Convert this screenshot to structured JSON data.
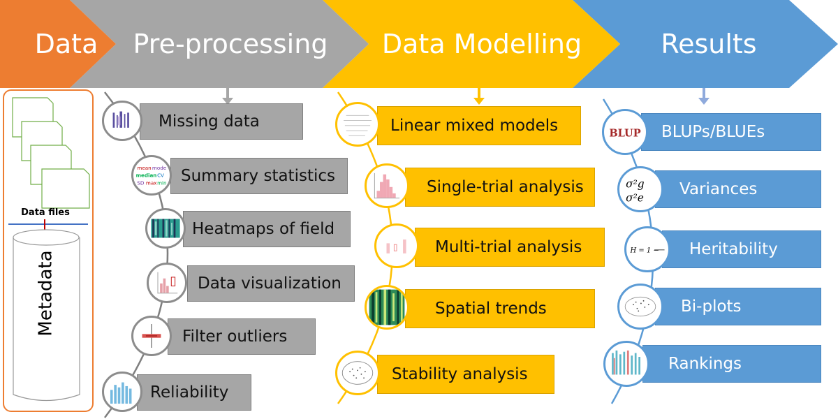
{
  "stages": [
    {
      "key": "data",
      "label": "Data",
      "color": "#ed7d31"
    },
    {
      "key": "pre",
      "label": "Pre-processing",
      "color": "#a6a6a6"
    },
    {
      "key": "model",
      "label": "Data Modelling",
      "color": "#ffc000"
    },
    {
      "key": "results",
      "label": "Results",
      "color": "#5b9bd5"
    }
  ],
  "data_panel": {
    "files_label": "Data files",
    "metadata_label": "Metadata"
  },
  "preprocessing": {
    "items": [
      {
        "label": "Missing data",
        "icon": "missing-data-thumb"
      },
      {
        "label": "Summary statistics",
        "icon": "summary-stats-thumb"
      },
      {
        "label": "Heatmaps of field",
        "icon": "heatmap-thumb"
      },
      {
        "label": "Data visualization",
        "icon": "data-viz-thumb"
      },
      {
        "label": "Filter outliers",
        "icon": "outlier-thumb"
      },
      {
        "label": "Reliability",
        "icon": "reliability-thumb"
      }
    ],
    "summary_icon_text": {
      "mean": "mean",
      "mode": "mode",
      "median": "median",
      "cv": "CV",
      "sd": "SD",
      "max": "max",
      "min": "min"
    }
  },
  "modelling": {
    "items": [
      {
        "label": "Linear mixed models",
        "icon": "lmm-thumb"
      },
      {
        "label": "Single-trial analysis",
        "icon": "histogram-thumb"
      },
      {
        "label": "Multi-trial analysis",
        "icon": "multi-trial-thumb"
      },
      {
        "label": "Spatial trends",
        "icon": "spatial-thumb"
      },
      {
        "label": "Stability analysis",
        "icon": "stability-thumb"
      }
    ]
  },
  "results": {
    "items": [
      {
        "label": "BLUPs/BLUEs",
        "icon": "blups-thumb"
      },
      {
        "label": "Variances",
        "icon": "variance-formula"
      },
      {
        "label": "Heritability",
        "icon": "heritability-formula"
      },
      {
        "label": "Bi-plots",
        "icon": "biplot-thumb"
      },
      {
        "label": "Rankings",
        "icon": "rankings-thumb"
      }
    ],
    "blups_icon_text": "BLUP",
    "variance_g": "σ²g",
    "variance_e": "σ²e",
    "heritability_text": "H = 1 −"
  }
}
